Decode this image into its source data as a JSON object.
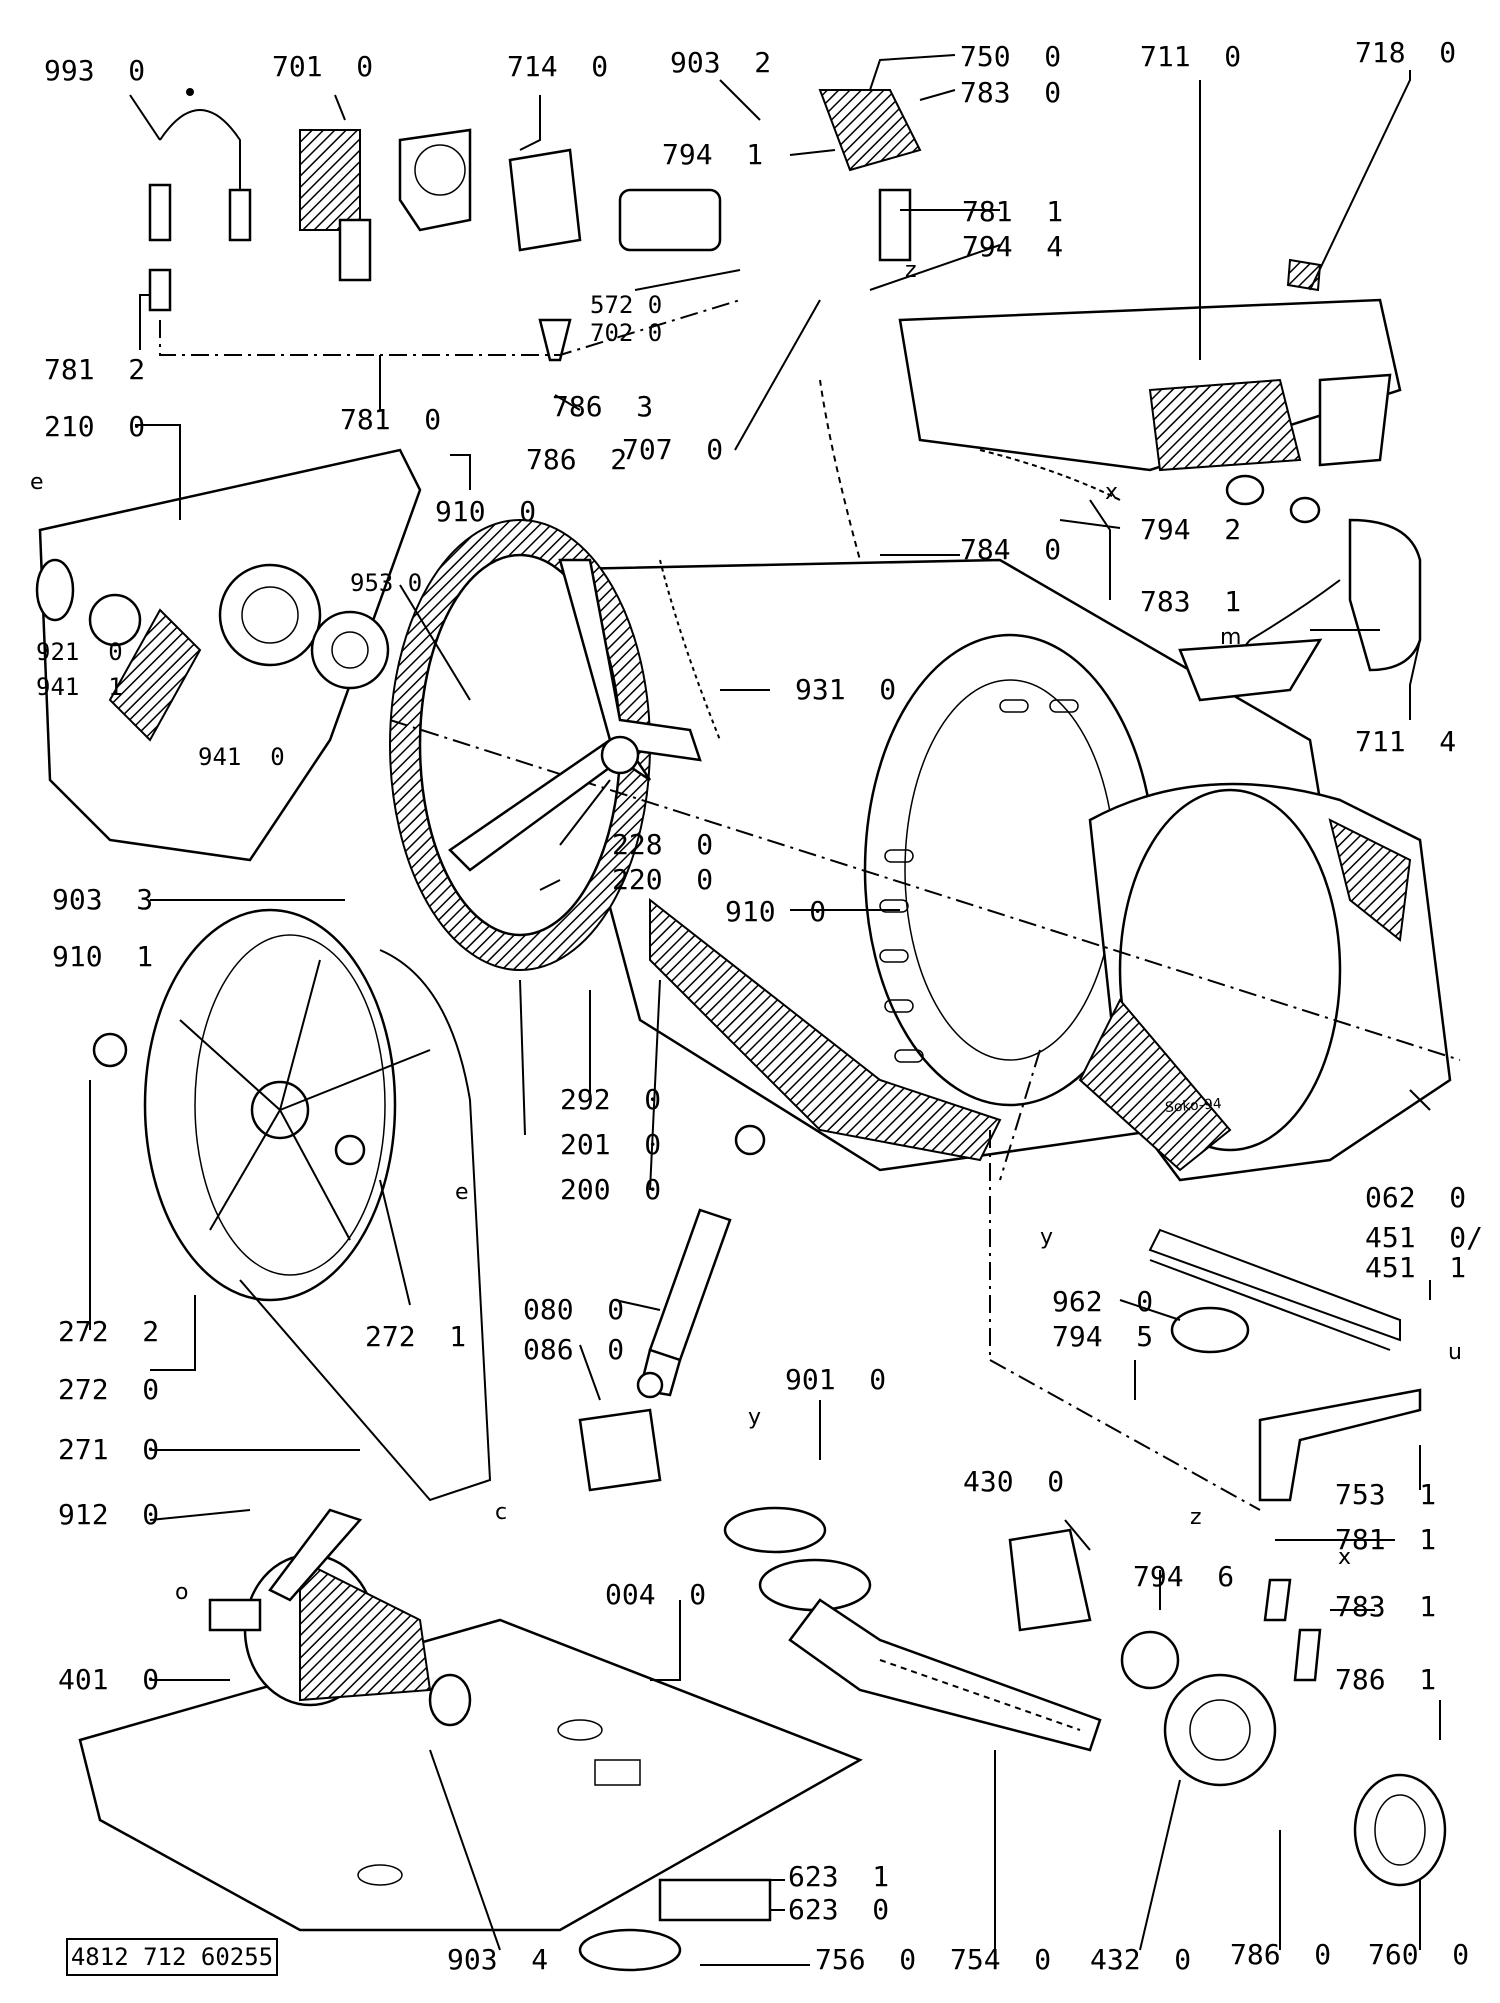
{
  "document_number": "4812 712 60255",
  "signature_text": "Soko-94",
  "labels": [
    {
      "id": "993-0",
      "text": "993  0"
    },
    {
      "id": "701-0",
      "text": "701  0"
    },
    {
      "id": "714-0",
      "text": "714  0"
    },
    {
      "id": "903-2",
      "text": "903  2"
    },
    {
      "id": "750-0",
      "text": "750  0"
    },
    {
      "id": "783-0",
      "text": "783  0"
    },
    {
      "id": "711-0",
      "text": "711  0"
    },
    {
      "id": "718-0",
      "text": "718  0"
    },
    {
      "id": "794-1",
      "text": "794  1"
    },
    {
      "id": "781-1-top",
      "text": "781  1"
    },
    {
      "id": "794-4",
      "text": "794  4"
    },
    {
      "id": "572-0",
      "text": "572 0"
    },
    {
      "id": "702-0",
      "text": "702 0"
    },
    {
      "id": "781-2",
      "text": "781  2"
    },
    {
      "id": "781-0",
      "text": "781  0"
    },
    {
      "id": "786-3",
      "text": "786  3"
    },
    {
      "id": "786-2",
      "text": "786  2"
    },
    {
      "id": "707-0",
      "text": "707  0"
    },
    {
      "id": "210-0",
      "text": "210  0"
    },
    {
      "id": "910-0-top",
      "text": "910  0"
    },
    {
      "id": "794-2",
      "text": "794  2"
    },
    {
      "id": "784-0",
      "text": "784  0"
    },
    {
      "id": "783-1-top",
      "text": "783  1"
    },
    {
      "id": "953-0",
      "text": "953 0"
    },
    {
      "id": "921-0",
      "text": "921  0"
    },
    {
      "id": "941-1",
      "text": "941  1"
    },
    {
      "id": "941-0",
      "text": "941  0"
    },
    {
      "id": "931-0",
      "text": "931  0"
    },
    {
      "id": "711-4",
      "text": "711  4"
    },
    {
      "id": "228-0",
      "text": "228  0"
    },
    {
      "id": "220-0",
      "text": "220  0"
    },
    {
      "id": "903-3",
      "text": "903  3"
    },
    {
      "id": "910-0-mid",
      "text": "910  0"
    },
    {
      "id": "910-1",
      "text": "910  1"
    },
    {
      "id": "292-0",
      "text": "292  0"
    },
    {
      "id": "201-0",
      "text": "201  0"
    },
    {
      "id": "200-0",
      "text": "200  0"
    },
    {
      "id": "062-0",
      "text": "062  0"
    },
    {
      "id": "451-0",
      "text": "451  0/"
    },
    {
      "id": "451-1",
      "text": "451  1"
    },
    {
      "id": "272-2",
      "text": "272  2"
    },
    {
      "id": "272-1",
      "text": "272  1"
    },
    {
      "id": "962-0",
      "text": "962  0"
    },
    {
      "id": "794-5",
      "text": "794  5"
    },
    {
      "id": "080-0",
      "text": "080  0"
    },
    {
      "id": "086-0",
      "text": "086  0"
    },
    {
      "id": "272-0",
      "text": "272  0"
    },
    {
      "id": "901-0",
      "text": "901  0"
    },
    {
      "id": "271-0",
      "text": "271  0"
    },
    {
      "id": "753-1",
      "text": "753  1"
    },
    {
      "id": "430-0",
      "text": "430  0"
    },
    {
      "id": "912-0",
      "text": "912  0"
    },
    {
      "id": "781-1-bot",
      "text": "781  1"
    },
    {
      "id": "794-6",
      "text": "794  6"
    },
    {
      "id": "004-0",
      "text": "004  0"
    },
    {
      "id": "783-1-bot",
      "text": "783  1"
    },
    {
      "id": "401-0",
      "text": "401  0"
    },
    {
      "id": "786-1",
      "text": "786  1"
    },
    {
      "id": "623-1",
      "text": "623  1"
    },
    {
      "id": "623-0",
      "text": "623  0"
    },
    {
      "id": "903-4",
      "text": "903  4"
    },
    {
      "id": "756-0",
      "text": "756  0"
    },
    {
      "id": "754-0",
      "text": "754  0"
    },
    {
      "id": "432-0",
      "text": "432  0"
    },
    {
      "id": "786-0",
      "text": "786  0"
    },
    {
      "id": "760-0",
      "text": "760  0"
    }
  ],
  "letters": [
    {
      "id": "e-top",
      "text": "e"
    },
    {
      "id": "z-top",
      "text": "z"
    },
    {
      "id": "x-top",
      "text": "x"
    },
    {
      "id": "m",
      "text": "m"
    },
    {
      "id": "e-belt",
      "text": "e"
    },
    {
      "id": "y-drum",
      "text": "y"
    },
    {
      "id": "c",
      "text": "c"
    },
    {
      "id": "y-bot",
      "text": "y"
    },
    {
      "id": "u",
      "text": "u"
    },
    {
      "id": "o",
      "text": "o"
    },
    {
      "id": "z-bot",
      "text": "z"
    },
    {
      "id": "x-bot",
      "text": "x"
    }
  ]
}
